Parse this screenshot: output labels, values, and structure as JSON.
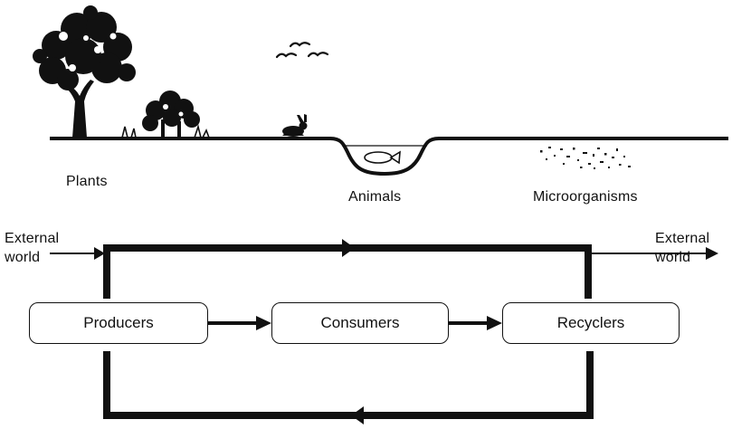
{
  "labels": {
    "plants": "Plants",
    "animals": "Animals",
    "microorganisms": "Microorganisms",
    "external_in_line1": "External",
    "external_in_line2": "world",
    "external_out_line1": "External",
    "external_out_line2": "world"
  },
  "boxes": {
    "producers": "Producers",
    "consumers": "Consumers",
    "recyclers": "Recyclers"
  },
  "colors": {
    "ink": "#111111",
    "background": "#ffffff"
  }
}
